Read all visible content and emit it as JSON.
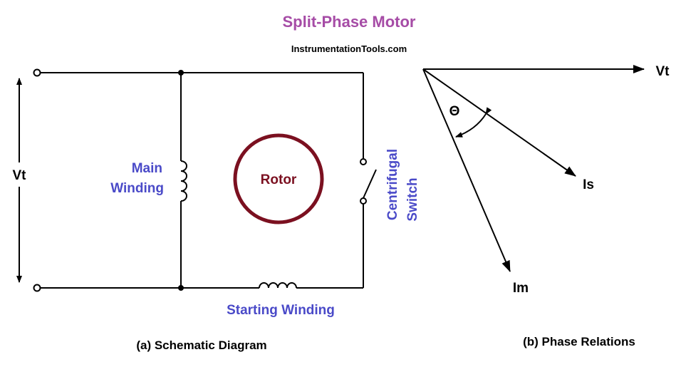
{
  "title": "Split-Phase Motor",
  "website": "InstrumentationTools.com",
  "schematic": {
    "voltage_label": "Vt",
    "main_winding_line1": "Main",
    "main_winding_line2": "Winding",
    "rotor_label": "Rotor",
    "switch_line1": "Centrifugal",
    "switch_line2": "Switch",
    "starting_winding_label": "Starting Winding",
    "caption": "(a) Schematic Diagram"
  },
  "phasor": {
    "vt_label": "Vt",
    "is_label": "Is",
    "im_label": "Im",
    "angle_label": "Θ",
    "caption": "(b) Phase Relations"
  },
  "colors": {
    "title": "#a64ca6",
    "labels": "#4a4ac8",
    "rotor": "#7b1020"
  }
}
